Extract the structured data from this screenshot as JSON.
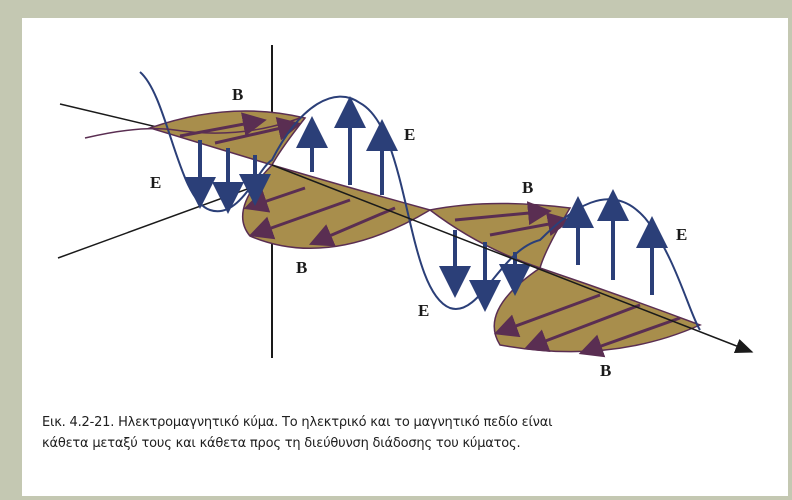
{
  "colors": {
    "background": "#c4c8b2",
    "panel": "#ffffff",
    "b_field_fill": "#a88e4c",
    "b_field_arrows": "#5a2e52",
    "e_field_arrows": "#2b3f78",
    "wave_curve": "#2b3f78"
  },
  "diagram": {
    "labels": {
      "b_top_left": "B",
      "e_top": "E",
      "e_left": "E",
      "b_mid": "B",
      "b_mid_bottom": "B",
      "e_right": "E",
      "e_bottom": "E",
      "b_bottom": "B"
    }
  },
  "caption": {
    "line1": "Εικ. 4.2-21. Ηλεκτρομαγνητικό κύμα. Το ηλεκτρικό και το μαγνητικό πεδίο είναι",
    "line2": "κάθετα μεταξύ τους και κάθετα προς τη διεύθυνση διάδοσης του κύματος."
  }
}
